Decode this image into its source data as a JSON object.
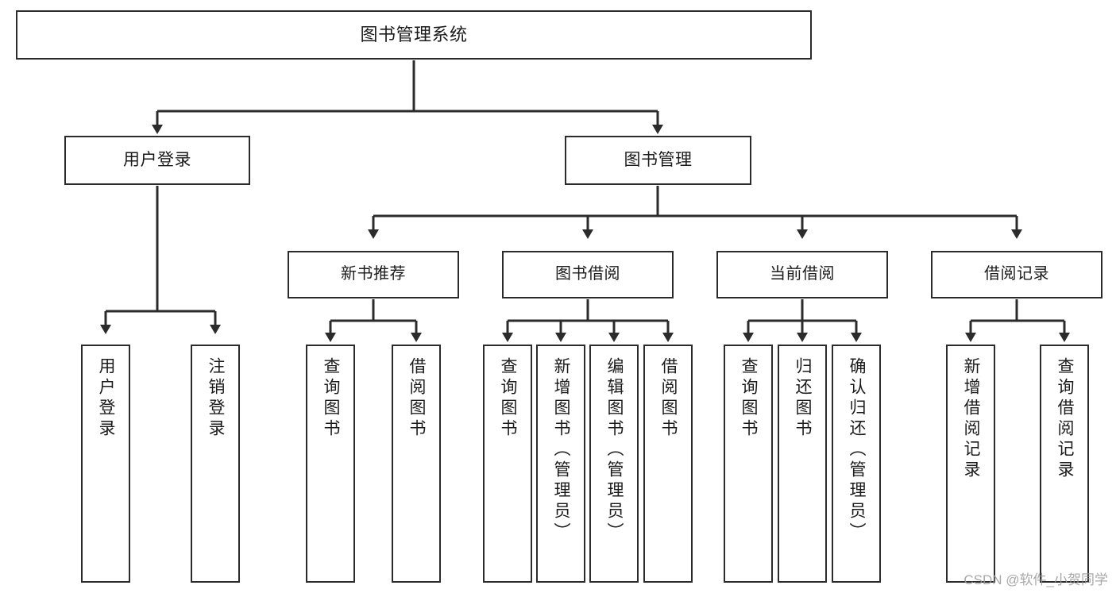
{
  "diagram": {
    "title": "图书管理系统",
    "type": "tree",
    "watermark": "CSDN @软件_小贺同学",
    "colors": {
      "background": "#ffffff",
      "border": "#2b2b2b",
      "text": "#1b1b1b",
      "edge": "#2b2b2b",
      "watermark": "#9a9a9a"
    },
    "nodes": {
      "root": {
        "label": "图书管理系统"
      },
      "level2": [
        {
          "id": "user-login",
          "label": "用户登录"
        },
        {
          "id": "book-manage",
          "label": "图书管理"
        }
      ],
      "level3": [
        {
          "id": "new-book-rec",
          "label": "新书推荐"
        },
        {
          "id": "book-borrow",
          "label": "图书借阅"
        },
        {
          "id": "current-borrow",
          "label": "当前借阅"
        },
        {
          "id": "borrow-record",
          "label": "借阅记录"
        }
      ],
      "leaves": {
        "user-login": [
          {
            "id": "leaf-user-login",
            "label": "用户登录"
          },
          {
            "id": "leaf-logout",
            "label": "注销登录"
          }
        ],
        "new-book-rec": [
          {
            "id": "leaf-query-book-1",
            "label": "查询图书"
          },
          {
            "id": "leaf-borrow-book-1",
            "label": "借阅图书"
          }
        ],
        "book-borrow": [
          {
            "id": "leaf-query-book-2",
            "label": "查询图书"
          },
          {
            "id": "leaf-add-book",
            "label": "新增图书（管理员）"
          },
          {
            "id": "leaf-edit-book",
            "label": "编辑图书（管理员）"
          },
          {
            "id": "leaf-borrow-book-2",
            "label": "借阅图书"
          }
        ],
        "current-borrow": [
          {
            "id": "leaf-query-book-3",
            "label": "查询图书"
          },
          {
            "id": "leaf-return-book",
            "label": "归还图书"
          },
          {
            "id": "leaf-confirm-return",
            "label": "确认归还（管理员）"
          }
        ],
        "borrow-record": [
          {
            "id": "leaf-add-record",
            "label": "新增借阅记录"
          },
          {
            "id": "leaf-query-record",
            "label": "查询借阅记录"
          }
        ]
      }
    }
  }
}
